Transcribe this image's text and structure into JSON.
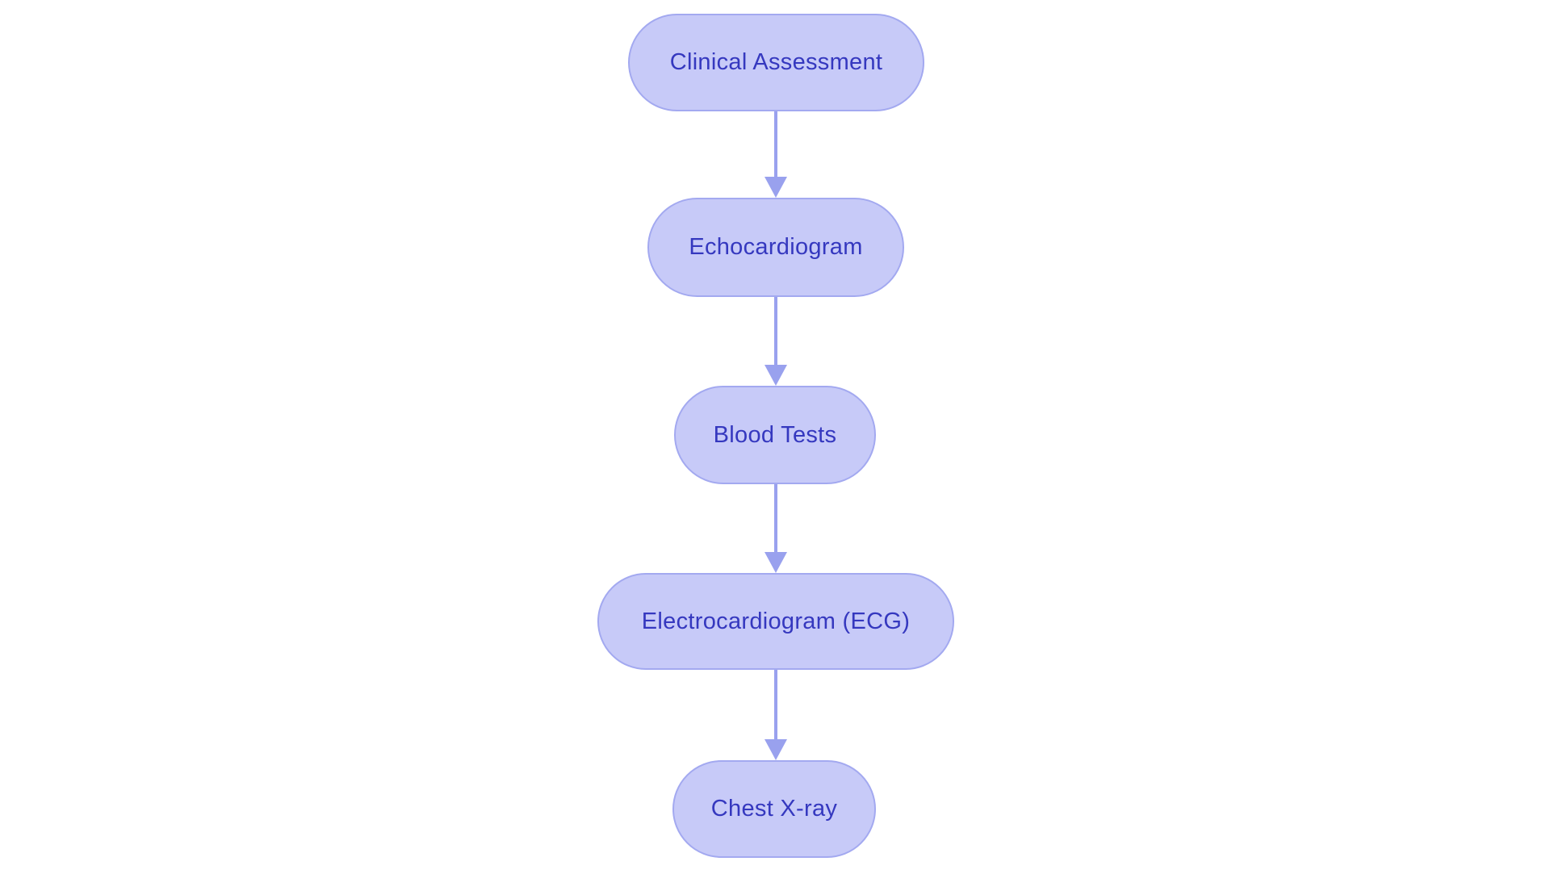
{
  "diagram": {
    "type": "flowchart",
    "direction": "top-down",
    "background_color": "#ffffff",
    "node_fill_color": "#c7caf8",
    "node_border_color": "#a3a9f0",
    "arrow_color": "#99a1ee",
    "label_color": "#3538bf",
    "nodes": [
      {
        "label": "Clinical Assessment"
      },
      {
        "label": "Echocardiogram"
      },
      {
        "label": "Blood Tests"
      },
      {
        "label": "Electrocardiogram (ECG)"
      },
      {
        "label": "Chest X-ray"
      }
    ],
    "edges": [
      {
        "from": "Clinical Assessment",
        "to": "Echocardiogram"
      },
      {
        "from": "Echocardiogram",
        "to": "Blood Tests"
      },
      {
        "from": "Blood Tests",
        "to": "Electrocardiogram (ECG)"
      },
      {
        "from": "Electrocardiogram (ECG)",
        "to": "Chest X-ray"
      }
    ]
  }
}
